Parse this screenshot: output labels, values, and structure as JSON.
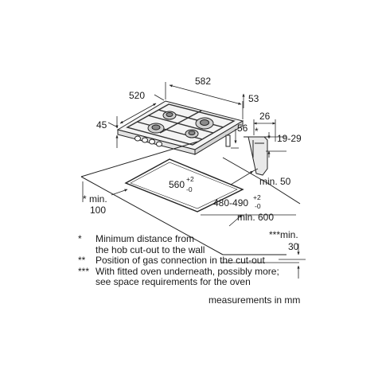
{
  "dimensions": {
    "depth": "520",
    "width": "582",
    "right_offset": "53",
    "height": "45",
    "gas_height": "56",
    "clamp_width": "26",
    "clamp_range": "19-29",
    "cutout_width": "560",
    "cutout_width_tol_plus": "+2",
    "cutout_width_tol_minus": "-0",
    "cutout_depth": "480-490",
    "cutout_depth_tol_plus": "+2",
    "cutout_depth_tol_minus": "-0",
    "min_50": "min. 50",
    "min_100_prefix": "* min.",
    "min_100_value": "100",
    "min_600": "min. 600",
    "min_30_prefix": "***min.",
    "min_30_value": "30",
    "star": "*"
  },
  "notes": [
    {
      "mark": "*",
      "text": "Minimum distance from"
    },
    {
      "mark": "",
      "text": "the hob cut-out to the wall"
    },
    {
      "mark": "**",
      "text": "Position of gas connection in the cut-out"
    },
    {
      "mark": "***",
      "text": "With fitted oven underneath, possibly more;"
    },
    {
      "mark": "",
      "text": "see space requirements for the oven"
    }
  ],
  "units_label": "measurements in mm"
}
